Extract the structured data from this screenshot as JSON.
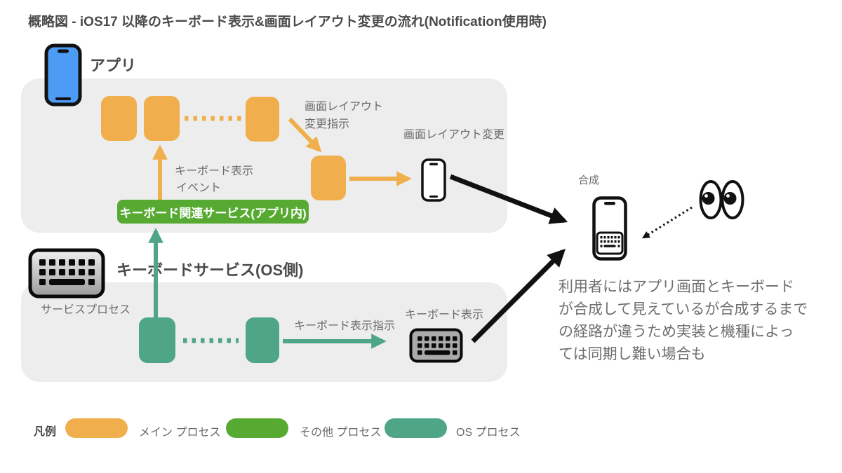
{
  "title": "概略図 - iOS17 以降のキーボード表示&画面レイアウト変更の流れ(Notification使用時)",
  "app_section": {
    "label": "アプリ",
    "keyboard_event_line1": "キーボード表示",
    "keyboard_event_line2": "イベント",
    "layout_instruction_line1": "画面レイアウト",
    "layout_instruction_line2": "変更指示",
    "layout_change_label": "画面レイアウト変更",
    "service_box_label": "キーボード関連サービス(アプリ内)"
  },
  "os_section": {
    "label": "キーボードサービス(OS側)",
    "process_label": "サービスプロセス",
    "show_instruction_label": "キーボード表示指示",
    "show_label": "キーボード表示"
  },
  "composite": {
    "label": "合成",
    "note_lines": [
      "利用者にはアプリ画面とキーボード",
      "が合成して見えているが合成するまで",
      "の経路が違うため実装と機種によっ",
      "ては同期し難い場合も"
    ]
  },
  "legend": {
    "title": "凡例",
    "items": [
      {
        "label": "メイン プロセス",
        "color": "#F0AE4D"
      },
      {
        "label": "その他 プロセス",
        "color": "#56AA31"
      },
      {
        "label": "OS プロセス",
        "color": "#4EA687"
      }
    ]
  },
  "colors": {
    "main_process": "#F0AE4D",
    "other_process": "#56AA31",
    "os_process": "#4EA687",
    "container_bg": "#EDEDED",
    "app_phone_blue": "#4C9BF5",
    "heading_text": "#4A4A4A",
    "label_text": "#6B6B6B",
    "note_text": "#6E6E6E",
    "arrow_black": "#111111"
  }
}
